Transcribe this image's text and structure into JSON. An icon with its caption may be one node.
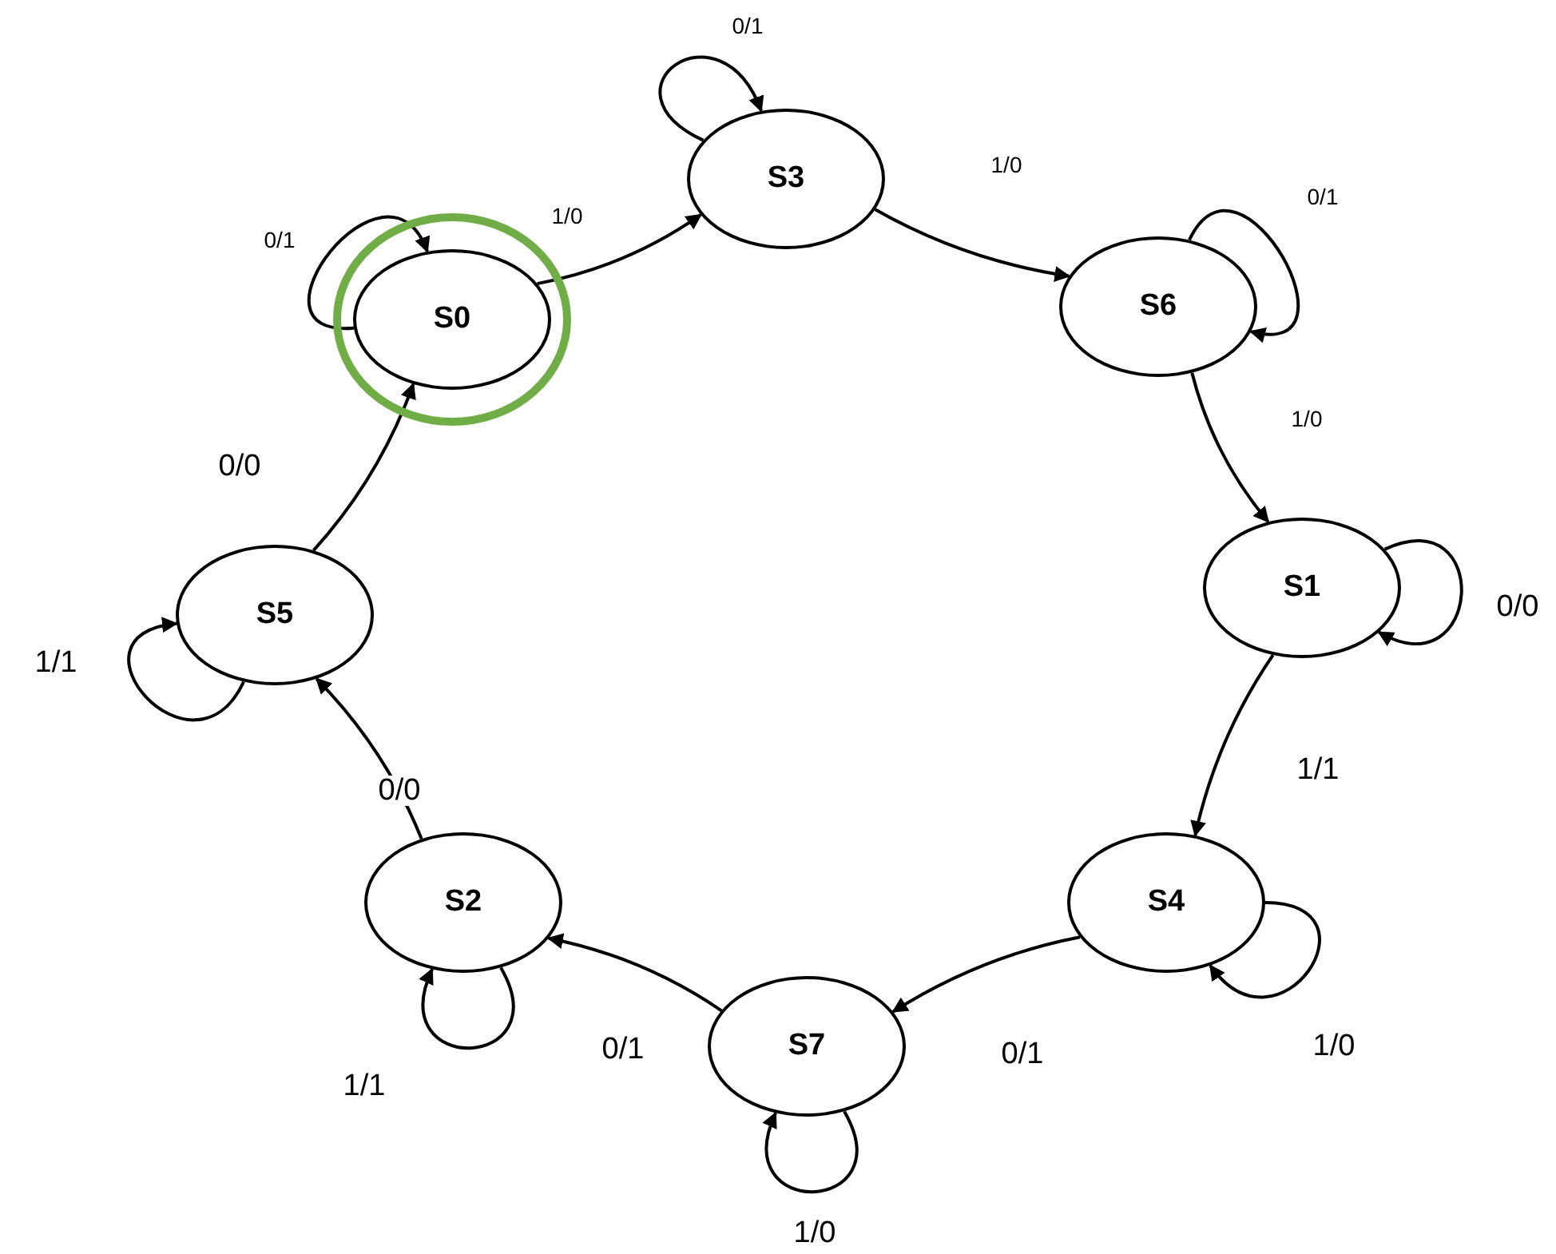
{
  "diagram": {
    "nodes": [
      {
        "text": [
          "S0"
        ]
      },
      {
        "text": [
          "S3"
        ]
      },
      {
        "text": [
          "S6"
        ]
      },
      {
        "text": [
          "S1"
        ]
      },
      {
        "text": [
          "S4"
        ]
      },
      {
        "text": [
          "S7"
        ]
      },
      {
        "text": [
          "S2"
        ]
      },
      {
        "text": [
          "S5"
        ]
      }
    ],
    "edges": [
      {
        "from": 0,
        "to": 1,
        "arrow": "to",
        "label": "1/0"
      },
      {
        "from": 1,
        "to": 2,
        "arrow": "to",
        "label": "1/0"
      },
      {
        "from": 2,
        "to": 3,
        "arrow": "to",
        "label": "1/0"
      },
      {
        "from": 3,
        "to": 4,
        "arrow": "to",
        "label": "1/1"
      },
      {
        "from": 4,
        "to": 5,
        "arrow": "to",
        "label": "0/1"
      },
      {
        "from": 5,
        "to": 6,
        "arrow": "to",
        "label": "0/1"
      },
      {
        "from": 6,
        "to": 7,
        "arrow": "to",
        "label": "0/0"
      },
      {
        "from": 7,
        "to": 0,
        "arrow": "to",
        "label": "0/0"
      },
      {
        "from": 0,
        "to": 0,
        "arrow": "to",
        "label": "0/1"
      },
      {
        "from": 1,
        "to": 1,
        "arrow": "to",
        "label": "0/1"
      },
      {
        "from": 2,
        "to": 2,
        "arrow": "to",
        "label": "0/1"
      },
      {
        "from": 3,
        "to": 3,
        "arrow": "to",
        "label": "0/0"
      },
      {
        "from": 4,
        "to": 4,
        "arrow": "to",
        "label": "1/0"
      },
      {
        "from": 5,
        "to": 5,
        "arrow": "to",
        "label": "1/0"
      },
      {
        "from": 6,
        "to": 6,
        "arrow": "to",
        "label": "1/1"
      },
      {
        "from": 7,
        "to": 7,
        "arrow": "to",
        "label": "1/1"
      }
    ]
  }
}
